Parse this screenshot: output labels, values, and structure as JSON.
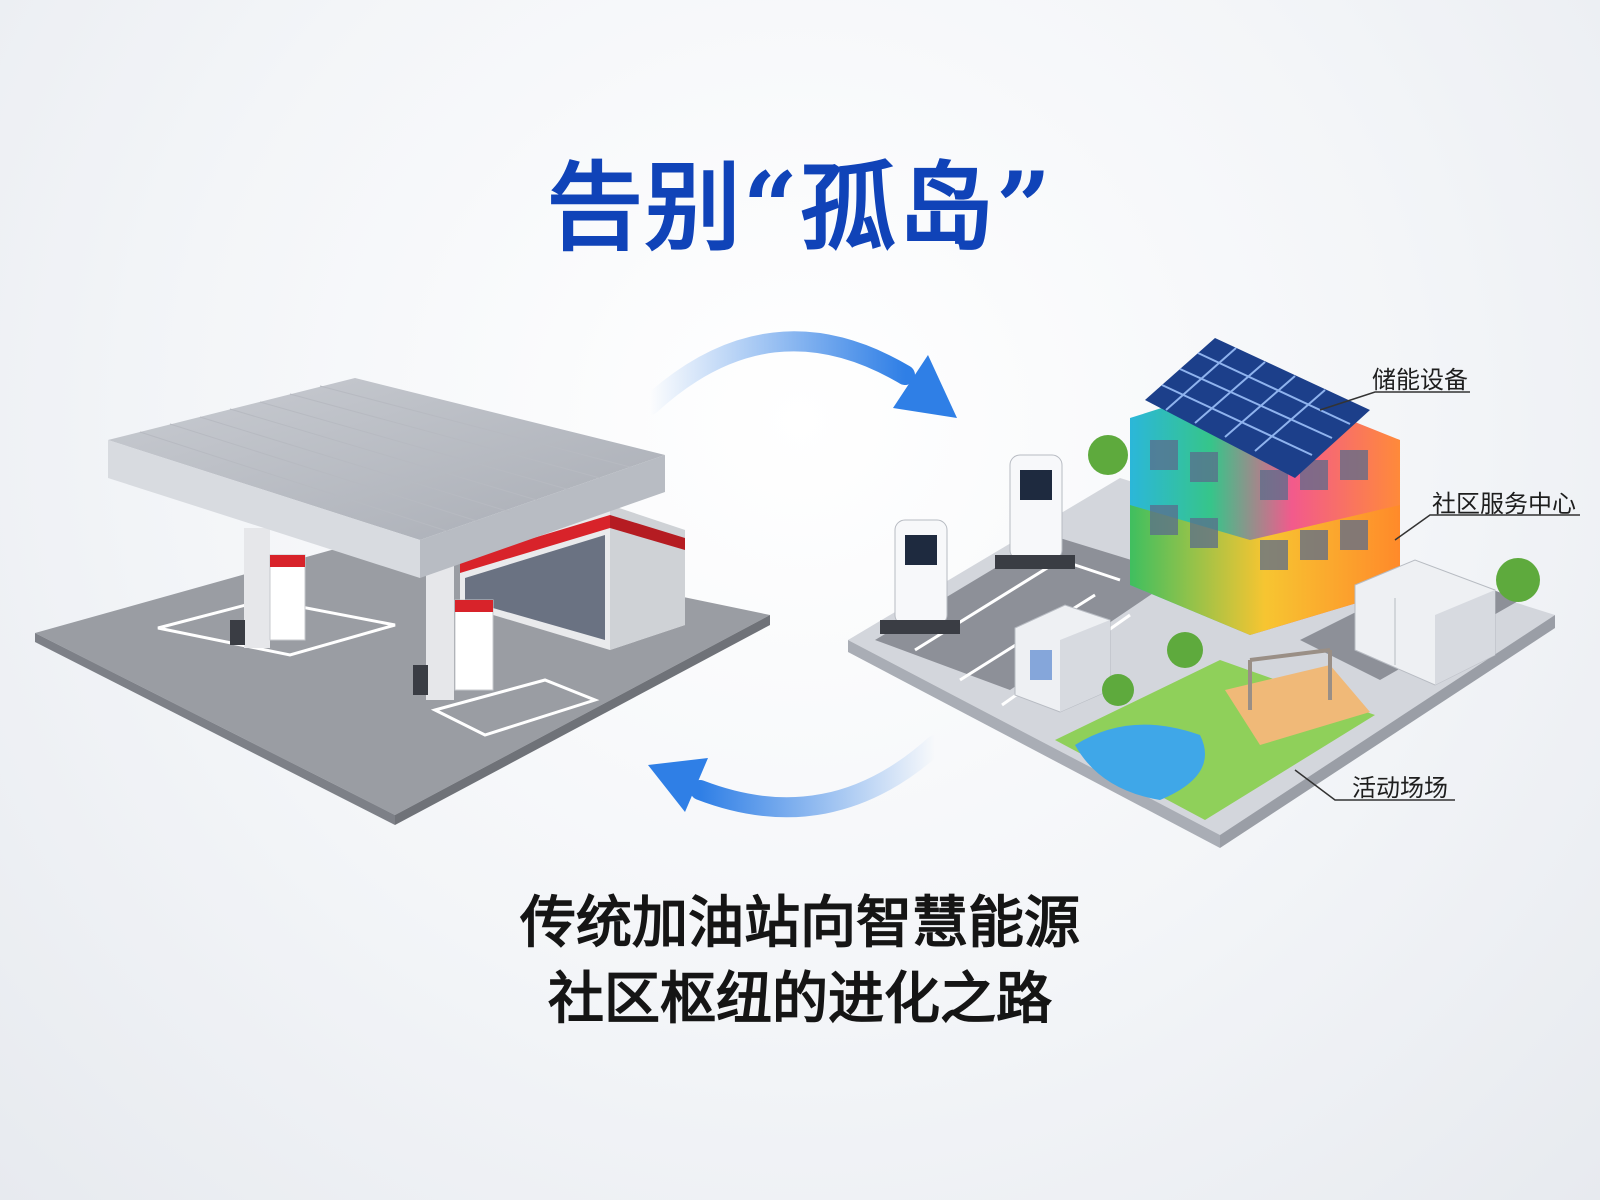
{
  "title": "告别“孤岛”",
  "subtitle": {
    "line1": "传统加油站向智慧能源",
    "line2": "社区枢纽的进化之路"
  },
  "labels": {
    "energy_storage": "储能设备",
    "community_center": "社区服务中心",
    "activity_area": "活动场场"
  },
  "colors": {
    "title": "#1043b8",
    "arrow": "#2f7fe6",
    "station_red": "#d8232a"
  },
  "icons": [
    "cycle-arrow-top-icon",
    "cycle-arrow-bottom-icon"
  ]
}
